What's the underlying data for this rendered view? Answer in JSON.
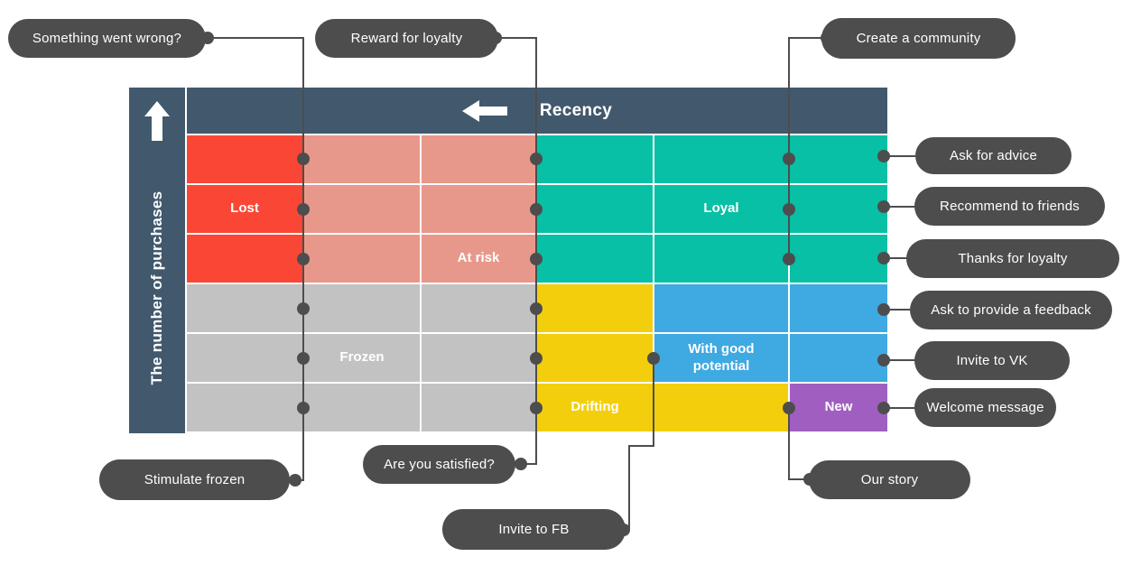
{
  "axes": {
    "recency": "Recency",
    "purchases": "The number of purchases"
  },
  "segments": {
    "lost": "Lost",
    "at_risk": "At risk",
    "loyal": "Loyal",
    "frozen": "Frozen",
    "with_potential": "With good potential",
    "drifting": "Drifting",
    "new": "New"
  },
  "grid": {
    "rows": [
      [
        "red",
        "salmon",
        "salmon",
        "teal",
        "teal",
        "teal"
      ],
      [
        "red",
        "salmon",
        "salmon",
        "teal",
        "teal",
        "teal"
      ],
      [
        "red",
        "salmon",
        "salmon",
        "teal",
        "teal",
        "teal"
      ],
      [
        "gray",
        "gray",
        "gray",
        "yellow",
        "blue",
        "blue"
      ],
      [
        "gray",
        "gray",
        "gray",
        "yellow",
        "blue",
        "blue"
      ],
      [
        "gray",
        "gray",
        "gray",
        "yellow",
        "yellow",
        "purple"
      ]
    ],
    "labels": [
      {
        "r": 1,
        "c": 0,
        "key": "lost"
      },
      {
        "r": 2,
        "c": 2,
        "key": "at_risk"
      },
      {
        "r": 1,
        "c": 4,
        "key": "loyal"
      },
      {
        "r": 4,
        "c": 1,
        "key": "frozen"
      },
      {
        "r": 4,
        "c": 4,
        "key": "with_potential"
      },
      {
        "r": 5,
        "c": 3,
        "key": "drifting"
      },
      {
        "r": 5,
        "c": 5,
        "key": "new"
      }
    ]
  },
  "callouts": {
    "something_wrong": "Something went wrong?",
    "reward_loyalty": "Reward for loyalty",
    "create_community": "Create a community",
    "ask_advice": "Ask for advice",
    "recommend_friends": "Recommend to friends",
    "thanks_loyalty": "Thanks for loyalty",
    "ask_feedback": "Ask to provide a feedback",
    "invite_vk": "Invite to VK",
    "welcome_message": "Welcome message",
    "stimulate_frozen": "Stimulate frozen",
    "are_you_satisfied": "Are you satisfied?",
    "invite_fb": "Invite to FB",
    "our_story": "Our story"
  },
  "colors": {
    "header_bar": "#42596D",
    "callout_bg": "#4D4D4D",
    "connector": "#4D4D4D",
    "cells": {
      "red": "#FA4735",
      "salmon": "#E8988A",
      "teal": "#07C0A5",
      "gray": "#C2C2C2",
      "yellow": "#F3CE0D",
      "blue": "#3FA9E2",
      "purple": "#A05FC0"
    }
  }
}
